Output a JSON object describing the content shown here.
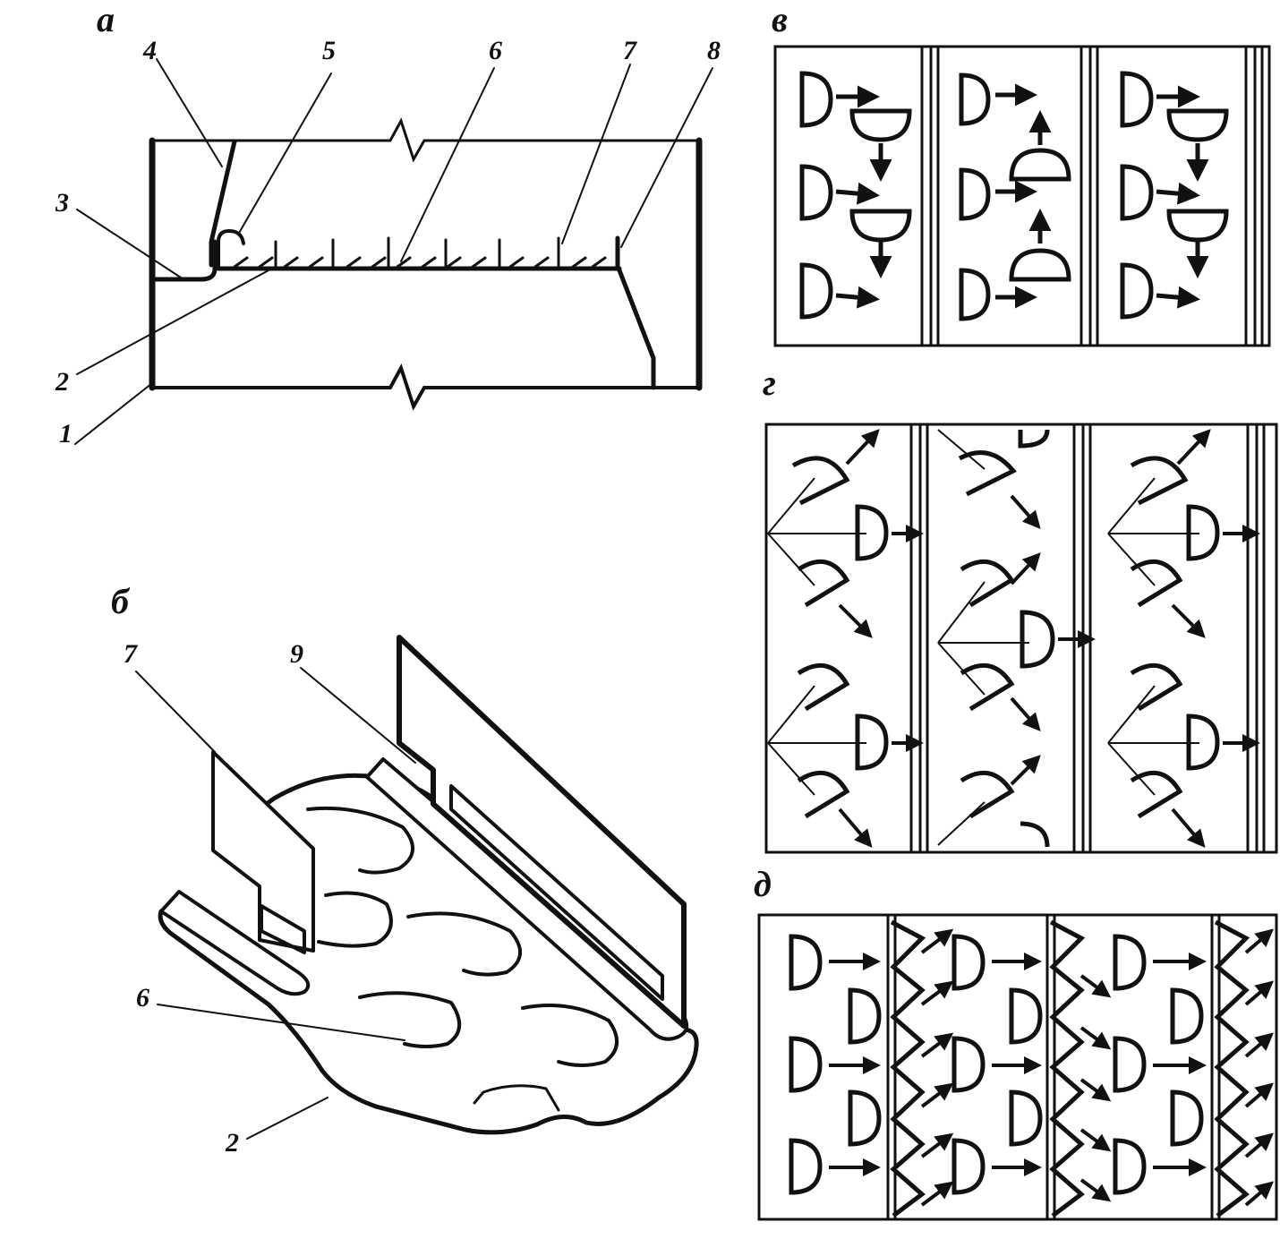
{
  "panels": {
    "a": "а",
    "b": "б",
    "v": "в",
    "g": "г",
    "d": "д"
  },
  "callouts": {
    "n1": "1",
    "n2": "2",
    "n3": "3",
    "n4": "4",
    "n5": "5",
    "n6": "6",
    "n7": "7",
    "n8": "8",
    "b7": "7",
    "b9": "9",
    "b6": "6",
    "b2": "2"
  },
  "colors": {
    "ink": "#111111",
    "paper": "#ffffff"
  }
}
